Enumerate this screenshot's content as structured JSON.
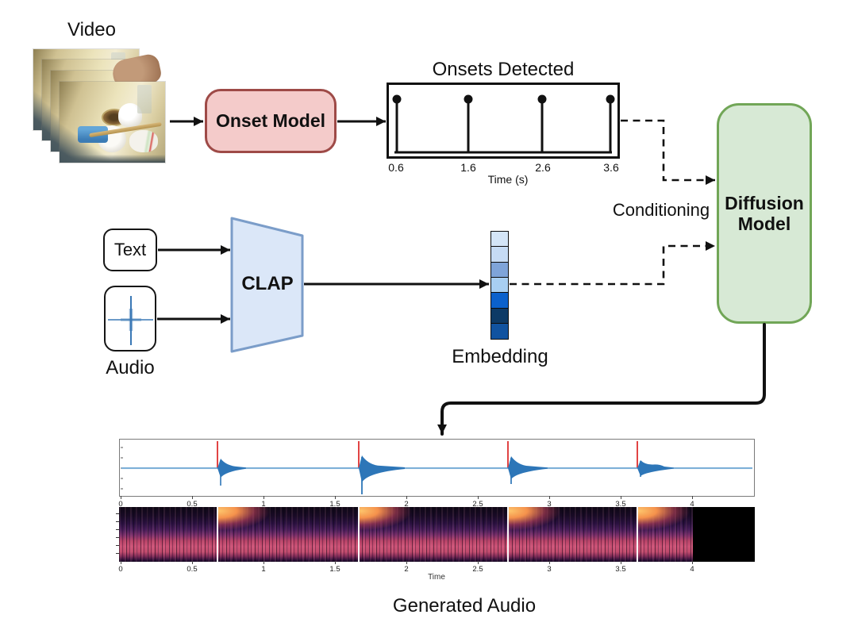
{
  "video": {
    "label": "Video"
  },
  "onset_model": {
    "label": "Onset Model"
  },
  "conditioning": {
    "label": "Conditioning"
  },
  "diffusion_model": {
    "line1": "Diffusion",
    "line2": "Model"
  },
  "clap": {
    "label": "CLAP"
  },
  "inputs": {
    "text_label": "Text",
    "audio_label": "Audio"
  },
  "embedding": {
    "label": "Embedding",
    "cell_colors": [
      "#d4e5f7",
      "#c6dbf4",
      "#7fa4d9",
      "#a8cff2",
      "#0b61cc",
      "#0d3a66",
      "#1153a0"
    ]
  },
  "generated_audio": {
    "label": "Generated Audio"
  },
  "colors": {
    "onset_model_fill": "#f4cbca",
    "onset_model_border": "#9e4a47",
    "diffusion_fill": "#d7e9d5",
    "diffusion_border": "#71a657",
    "clap_fill": "#dbe7f8",
    "clap_border": "#7b9dc9",
    "waveform_blue": "#2d76b8",
    "onset_marker_red": "#e14444"
  },
  "chart_data": [
    {
      "type": "stem",
      "title": "Onsets Detected",
      "xlabel": "Time (s)",
      "x": [
        0.6,
        1.6,
        2.6,
        3.6
      ],
      "y": [
        1,
        1,
        1,
        1
      ],
      "xticks": [
        "0.6",
        "1.6",
        "2.6",
        "3.6"
      ],
      "xlim": [
        0.3,
        3.9
      ],
      "grid": false
    },
    {
      "type": "line",
      "title": "",
      "xlabel": "",
      "xticks": [
        "0",
        "0.5",
        "1",
        "1.5",
        "2",
        "2.5",
        "3",
        "3.5",
        "4"
      ],
      "xlim": [
        0,
        4.45
      ],
      "ylim": [
        -1,
        1
      ],
      "series": [
        {
          "name": "generated-waveform",
          "description": "near-silent baseline with transient bursts",
          "burst_times": [
            0.68,
            1.68,
            2.71,
            3.62
          ]
        },
        {
          "name": "onset-markers",
          "description": "red vertical marker lines",
          "x": [
            0.68,
            1.68,
            2.71,
            3.62
          ]
        }
      ]
    },
    {
      "type": "heatmap",
      "title": "",
      "xlabel": "Time",
      "xticks": [
        "0",
        "0.5",
        "1",
        "1.5",
        "2",
        "2.5",
        "3",
        "3.5",
        "4"
      ],
      "xlim": [
        0,
        4.45
      ],
      "time_extent": [
        0,
        4
      ],
      "colormap": "magma",
      "onset_marker_times": [
        0.68,
        1.68,
        2.71,
        3.62
      ],
      "description": "mel spectrogram of generated audio, bright onsets with white marker lines, black beyond 4 s"
    }
  ]
}
